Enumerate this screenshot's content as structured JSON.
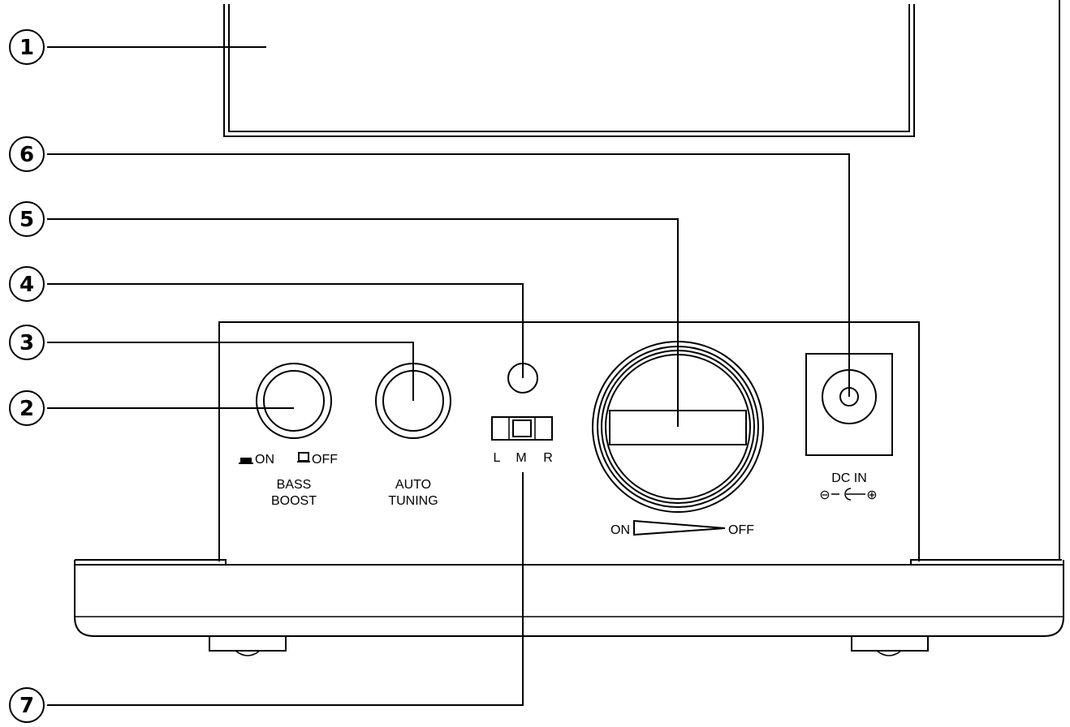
{
  "callouts": [
    {
      "number": "1",
      "part": "top-panel"
    },
    {
      "number": "6",
      "part": "dc-in-jack"
    },
    {
      "number": "5",
      "part": "power-volume-dial"
    },
    {
      "number": "4",
      "part": "indicator-lamp"
    },
    {
      "number": "3",
      "part": "auto-tuning-button"
    },
    {
      "number": "2",
      "part": "bass-boost-button"
    },
    {
      "number": "7",
      "part": "lmr-selector-switch"
    }
  ],
  "labels": {
    "bass_on": "ON",
    "bass_off": "OFF",
    "bass_boost_line1": "BASS",
    "bass_boost_line2": "BOOST",
    "auto_tuning_line1": "AUTO",
    "auto_tuning_line2": "TUNING",
    "switch_l": "L",
    "switch_m": "M",
    "switch_r": "R",
    "dial_on": "ON",
    "dial_off": "OFF",
    "dc_in": "DC IN",
    "dc_polarity_minus": "⊖",
    "dc_polarity_plus": "⊕"
  },
  "colors": {
    "stroke": "#000000",
    "background": "#ffffff"
  }
}
